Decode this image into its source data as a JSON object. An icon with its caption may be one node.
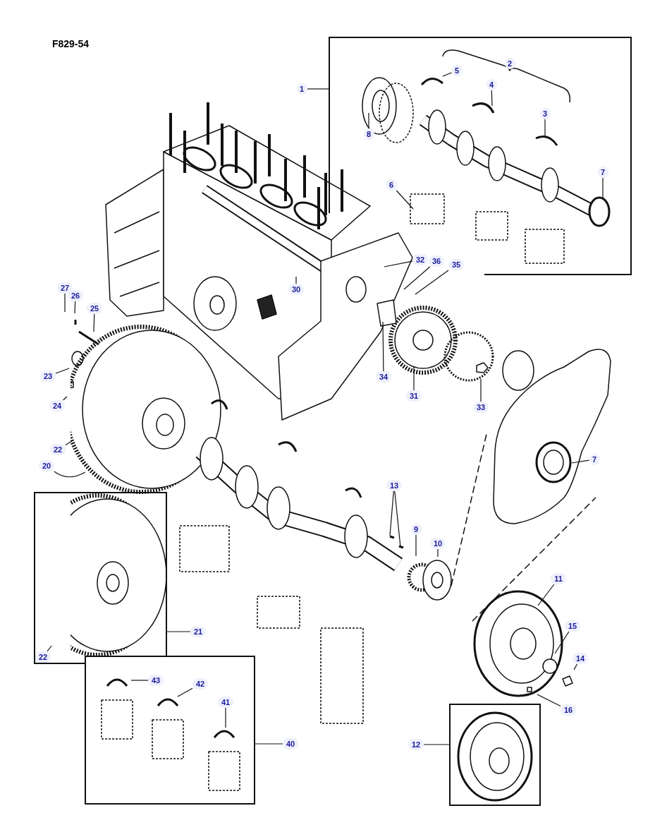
{
  "diagram": {
    "nodes": [
      {
        "text": [],
        "shape": "box"
      },
      {
        "text": [
          "1"
        ]
      },
      {
        "text": [
          "5"
        ],
        "in": 0
      },
      {
        "text": [
          "4"
        ],
        "in": 0
      },
      {
        "text": [
          "8"
        ],
        "in": 0
      },
      {
        "text": [
          "3"
        ],
        "in": 0
      },
      {
        "text": [
          "6"
        ],
        "in": 0
      },
      {
        "text": [
          "7"
        ],
        "in": 0
      },
      {
        "text": [
          "32"
        ],
        "in": 0
      },
      {
        "text": [
          "36"
        ],
        "in": 0
      },
      {
        "text": [
          "35"
        ],
        "in": 0
      },
      {
        "text": [
          "30"
        ]
      },
      {
        "text": [
          "27"
        ]
      },
      {
        "text": [
          "26"
        ]
      },
      {
        "text": [
          "25"
        ]
      },
      {
        "text": [
          "23"
        ]
      },
      {
        "text": [
          "24"
        ]
      },
      {
        "text": [
          "34"
        ]
      },
      {
        "text": [
          "31"
        ]
      },
      {
        "text": [
          "33"
        ]
      },
      {
        "text": [
          "22"
        ]
      },
      {
        "text": [
          "20"
        ]
      },
      {
        "text": [
          "7"
        ]
      },
      {
        "text": [
          "13"
        ]
      },
      {
        "text": [
          "9"
        ]
      },
      {
        "text": [
          "10"
        ]
      },
      {
        "text": [
          "11"
        ]
      },
      {
        "text": [],
        "shape": "box"
      },
      {
        "text": [
          "22"
        ],
        "in": 27
      },
      {
        "text": [
          "21"
        ]
      },
      {
        "text": [
          "15"
        ]
      },
      {
        "text": [
          "14"
        ]
      },
      {
        "text": [],
        "shape": "box"
      },
      {
        "text": [
          "43"
        ],
        "in": 32
      },
      {
        "text": [
          "42"
        ],
        "in": 32
      },
      {
        "text": [
          "41"
        ],
        "in": 32
      },
      {
        "text": [
          "40"
        ]
      },
      {
        "text": [
          "16"
        ]
      },
      {
        "text": [
          "12"
        ]
      },
      {
        "text": [],
        "shape": "box"
      },
      {
        "text": [
          "2"
        ],
        "in": 0
      }
    ],
    "edges": [
      {
        "from": 1,
        "to": 0,
        "arrow": "none"
      },
      {
        "from": 2,
        "to": null,
        "arrow": "none"
      },
      {
        "from": 3,
        "to": null,
        "arrow": "none"
      },
      {
        "from": 4,
        "to": null,
        "arrow": "none"
      },
      {
        "from": 5,
        "to": null,
        "arrow": "none"
      },
      {
        "from": 6,
        "to": null,
        "arrow": "none"
      },
      {
        "from": 7,
        "to": null,
        "arrow": "none"
      },
      {
        "from": 8,
        "to": null,
        "arrow": "none"
      },
      {
        "from": 9,
        "to": null,
        "arrow": "none"
      },
      {
        "from": 10,
        "to": null,
        "arrow": "none"
      },
      {
        "from": 11,
        "to": null,
        "arrow": "none"
      },
      {
        "from": 12,
        "to": null,
        "arrow": "none"
      },
      {
        "from": 13,
        "to": null,
        "arrow": "none"
      },
      {
        "from": 14,
        "to": null,
        "arrow": "none"
      },
      {
        "from": 15,
        "to": null,
        "arrow": "none"
      },
      {
        "from": 16,
        "to": null,
        "arrow": "none"
      },
      {
        "from": 17,
        "to": null,
        "arrow": "none"
      },
      {
        "from": 18,
        "to": null,
        "arrow": "none"
      },
      {
        "from": 19,
        "to": null,
        "arrow": "none"
      },
      {
        "from": 20,
        "to": null,
        "arrow": "none"
      },
      {
        "from": 21,
        "to": null,
        "arrow": "none"
      },
      {
        "from": 22,
        "to": null,
        "arrow": "none"
      },
      {
        "from": 23,
        "to": null,
        "arrow": "none"
      },
      {
        "from": 23,
        "to": null,
        "arrow": "none"
      },
      {
        "from": 24,
        "to": null,
        "arrow": "none"
      },
      {
        "from": 25,
        "to": null,
        "arrow": "none"
      },
      {
        "from": 26,
        "to": null,
        "arrow": "none"
      },
      {
        "from": 29,
        "to": 27,
        "arrow": "none"
      },
      {
        "from": 28,
        "to": null,
        "arrow": "none"
      },
      {
        "from": 30,
        "to": null,
        "arrow": "none"
      },
      {
        "from": 31,
        "to": null,
        "arrow": "none"
      },
      {
        "from": 33,
        "to": null,
        "arrow": "none"
      },
      {
        "from": 34,
        "to": null,
        "arrow": "none"
      },
      {
        "from": 35,
        "to": null,
        "arrow": "none"
      },
      {
        "from": 36,
        "to": 32,
        "arrow": "none"
      },
      {
        "from": 37,
        "to": null,
        "arrow": "none"
      },
      {
        "from": 38,
        "to": 39,
        "arrow": "none"
      }
    ],
    "labels": [
      "F829-54"
    ]
  }
}
